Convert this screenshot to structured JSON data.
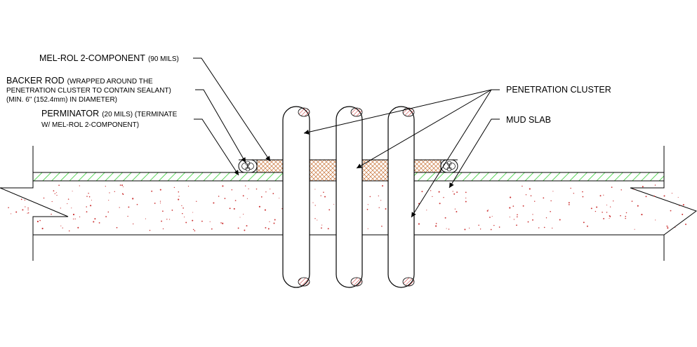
{
  "labels": {
    "melrol": {
      "main": "MEL-ROL 2-COMPONENT",
      "note": "(90 MILS)"
    },
    "backer": {
      "main": "BACKER ROD",
      "note1": "(WRAPPED AROUND THE",
      "line2": "PENETRATION CLUSTER TO CONTAIN SEALANT)",
      "line3": "(MIN. 6\" (152.4mm) IN DIAMETER)"
    },
    "perminator": {
      "main": "PERMINATOR",
      "note1": "(20 MILS) (TERMINATE",
      "line2": "W/ MEL-ROL 2-COMPONENT)"
    },
    "cluster": "PENETRATION CLUSTER",
    "mudslab": "MUD SLAB"
  },
  "colors": {
    "line": "#000000",
    "membrane_hatch": "#33cc33",
    "sealant_hatch": "#c8743a",
    "pipe_cap_hatch": "#cc2222",
    "concrete_speckle": "#cc3333"
  }
}
